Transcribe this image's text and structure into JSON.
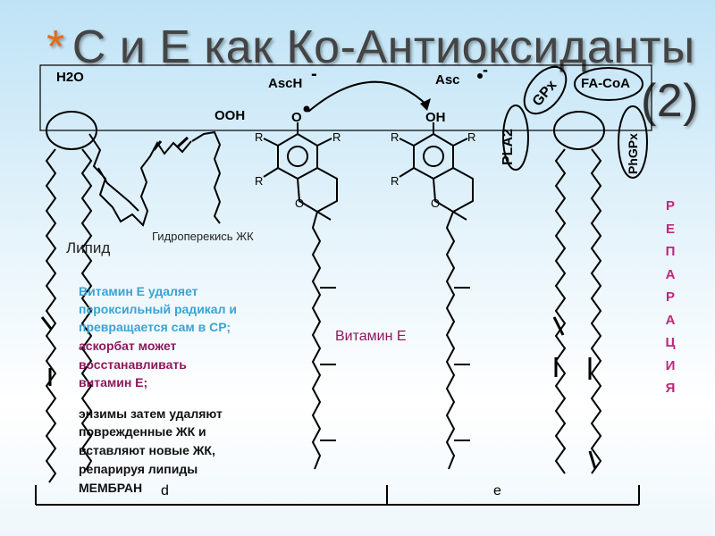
{
  "title": {
    "bullet": "*",
    "main": "С и Е как Ко-Антиоксиданты",
    "number": "(2)"
  },
  "labels": {
    "h2o": "H2O",
    "asch": "AscH",
    "asc": "Asc",
    "ooh": "OOH",
    "o_radical": "O",
    "oh": "OH",
    "pla2": "PLA2",
    "gpx": "GPx",
    "facoa": "FA-CoA",
    "phgpx": "PhGPx",
    "lipid": "Липид",
    "hydroperoxide": "Гидроперекись ЖК",
    "vitamin_e": "Витамин Е",
    "d": "d",
    "e": "e",
    "r": "R",
    "o_ring": "O"
  },
  "text_blocks": {
    "blue": [
      "Витамин Е удаляет",
      "пероксильный радикал и",
      "превращается  сам в СР;"
    ],
    "magenta": [
      "аскорбат может",
      "восстанавливать",
      "витамин Е;"
    ],
    "black": [
      "энзимы затем удаляют",
      "поврежденные ЖК  и",
      "вставляют новые ЖК,",
      "репарируя  липиды",
      "МЕМБРАН"
    ]
  },
  "repair_letters": [
    "Р",
    "Е",
    "П",
    "А",
    "Р",
    "А",
    "Ц",
    "И",
    "Я"
  ],
  "colors": {
    "accent": "#e36b1b",
    "magenta": "#8b1a5a",
    "blue": "#3aa3d6",
    "repair": "#c0267a"
  }
}
